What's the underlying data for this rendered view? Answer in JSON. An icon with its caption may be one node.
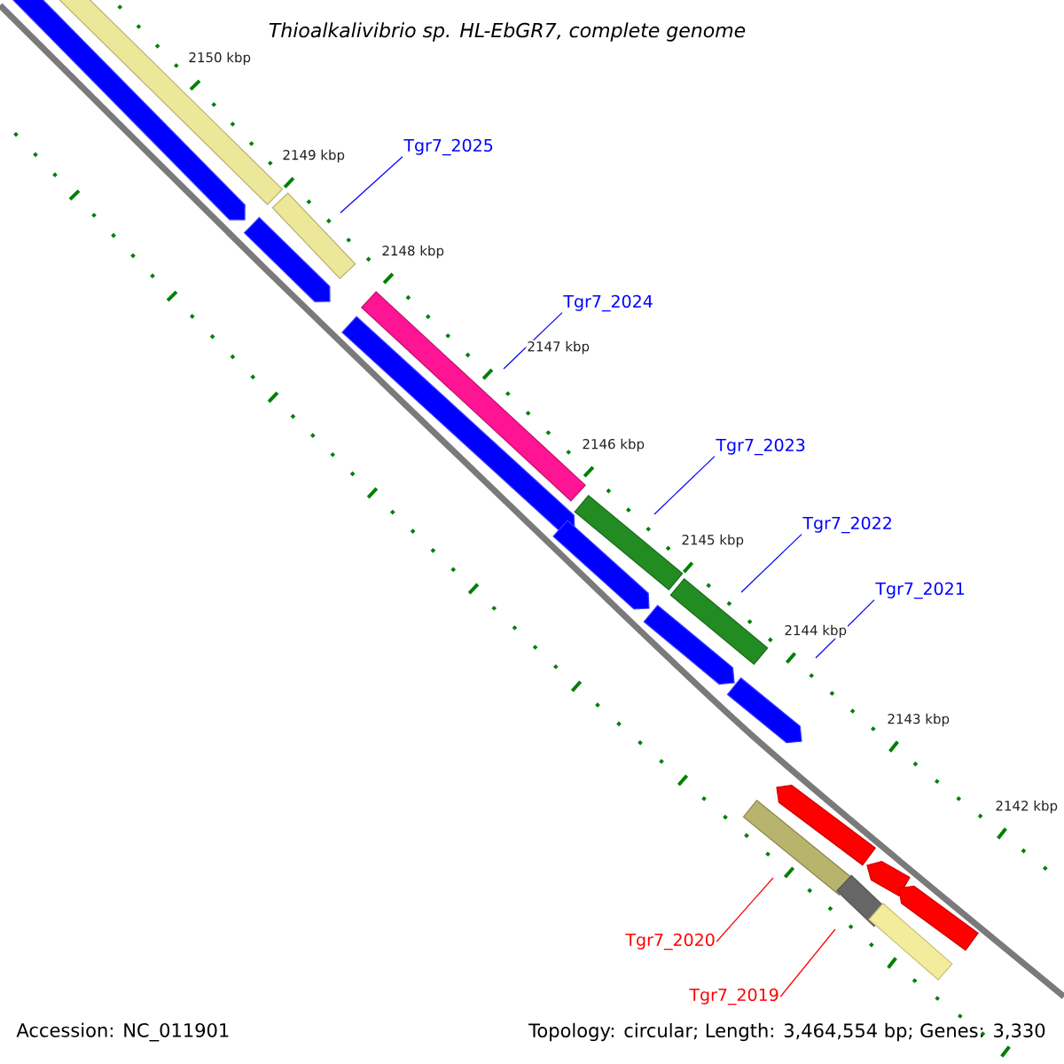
{
  "diagram": {
    "title": "Thioalkalivibrio sp. HL-EbGR7, complete genome",
    "nodes": [
      {
        "text": [
          "Tgr7_2025"
        ]
      },
      {
        "text": [
          "Tgr7_2024"
        ]
      },
      {
        "text": [
          "Tgr7_2023"
        ]
      },
      {
        "text": [
          "Tgr7_2022"
        ]
      },
      {
        "text": [
          "Tgr7_2021"
        ]
      },
      {
        "text": [
          "Tgr7_2020"
        ]
      },
      {
        "text": [
          "Tgr7_2019"
        ]
      }
    ],
    "edges": [
      {
        "from": 0,
        "to": null,
        "arrow": "none"
      },
      {
        "from": 1,
        "to": null,
        "arrow": "none"
      },
      {
        "from": 2,
        "to": null,
        "arrow": "none"
      },
      {
        "from": 3,
        "to": null,
        "arrow": "none"
      },
      {
        "from": 4,
        "to": null,
        "arrow": "none"
      },
      {
        "from": 5,
        "to": null,
        "arrow": "none",
        "color": "#ff0000"
      },
      {
        "from": 6,
        "to": null,
        "arrow": "none",
        "color": "#ff0000"
      }
    ],
    "labels": [
      "2150 kbp",
      "2149 kbp",
      "2148 kbp",
      "2147 kbp",
      "2146 kbp",
      "2145 kbp",
      "2144 kbp",
      "2143 kbp",
      "2142 kbp",
      "Accession: NC_011901",
      "Topology: circular; Length: 3,464,554 bp; Genes: 3,330"
    ]
  }
}
